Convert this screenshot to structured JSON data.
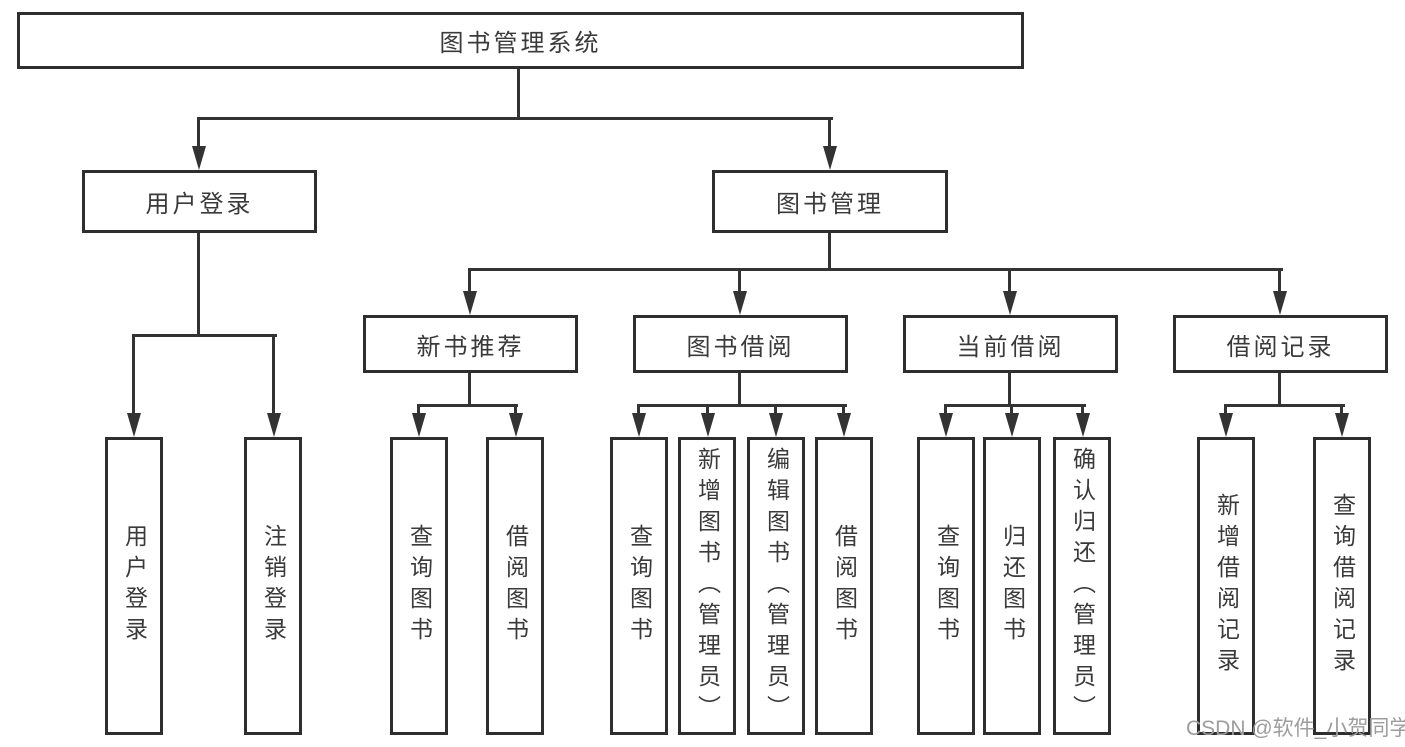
{
  "nodes": {
    "root": "图书管理系统",
    "user_login": "用户登录",
    "book_mgmt": "图书管理",
    "v_user_login": "用户登录",
    "v_logout": "注销登录",
    "new_book_rec": "新书推荐",
    "book_borrow": "图书借阅",
    "current_borrow": "当前借阅",
    "borrow_records": "借阅记录",
    "nb_query": "查询图书",
    "nb_borrow": "借阅图书",
    "bb_query": "查询图书",
    "bb_add": "新增图书（管理员）",
    "bb_edit": "编辑图书（管理员）",
    "bb_borrow": "借阅图书",
    "cb_query": "查询图书",
    "cb_return": "归还图书",
    "cb_confirm": "确认归还（管理员）",
    "br_add": "新增借阅记录",
    "br_query": "查询借阅记录"
  },
  "watermark": {
    "text": "CSDN @软件_小贺同学",
    "color": "#9d9d9d"
  },
  "colors": {
    "line": "#333333",
    "box_border": "#2e2e2e",
    "text": "#3a3a3a",
    "background": "#ffffff"
  }
}
